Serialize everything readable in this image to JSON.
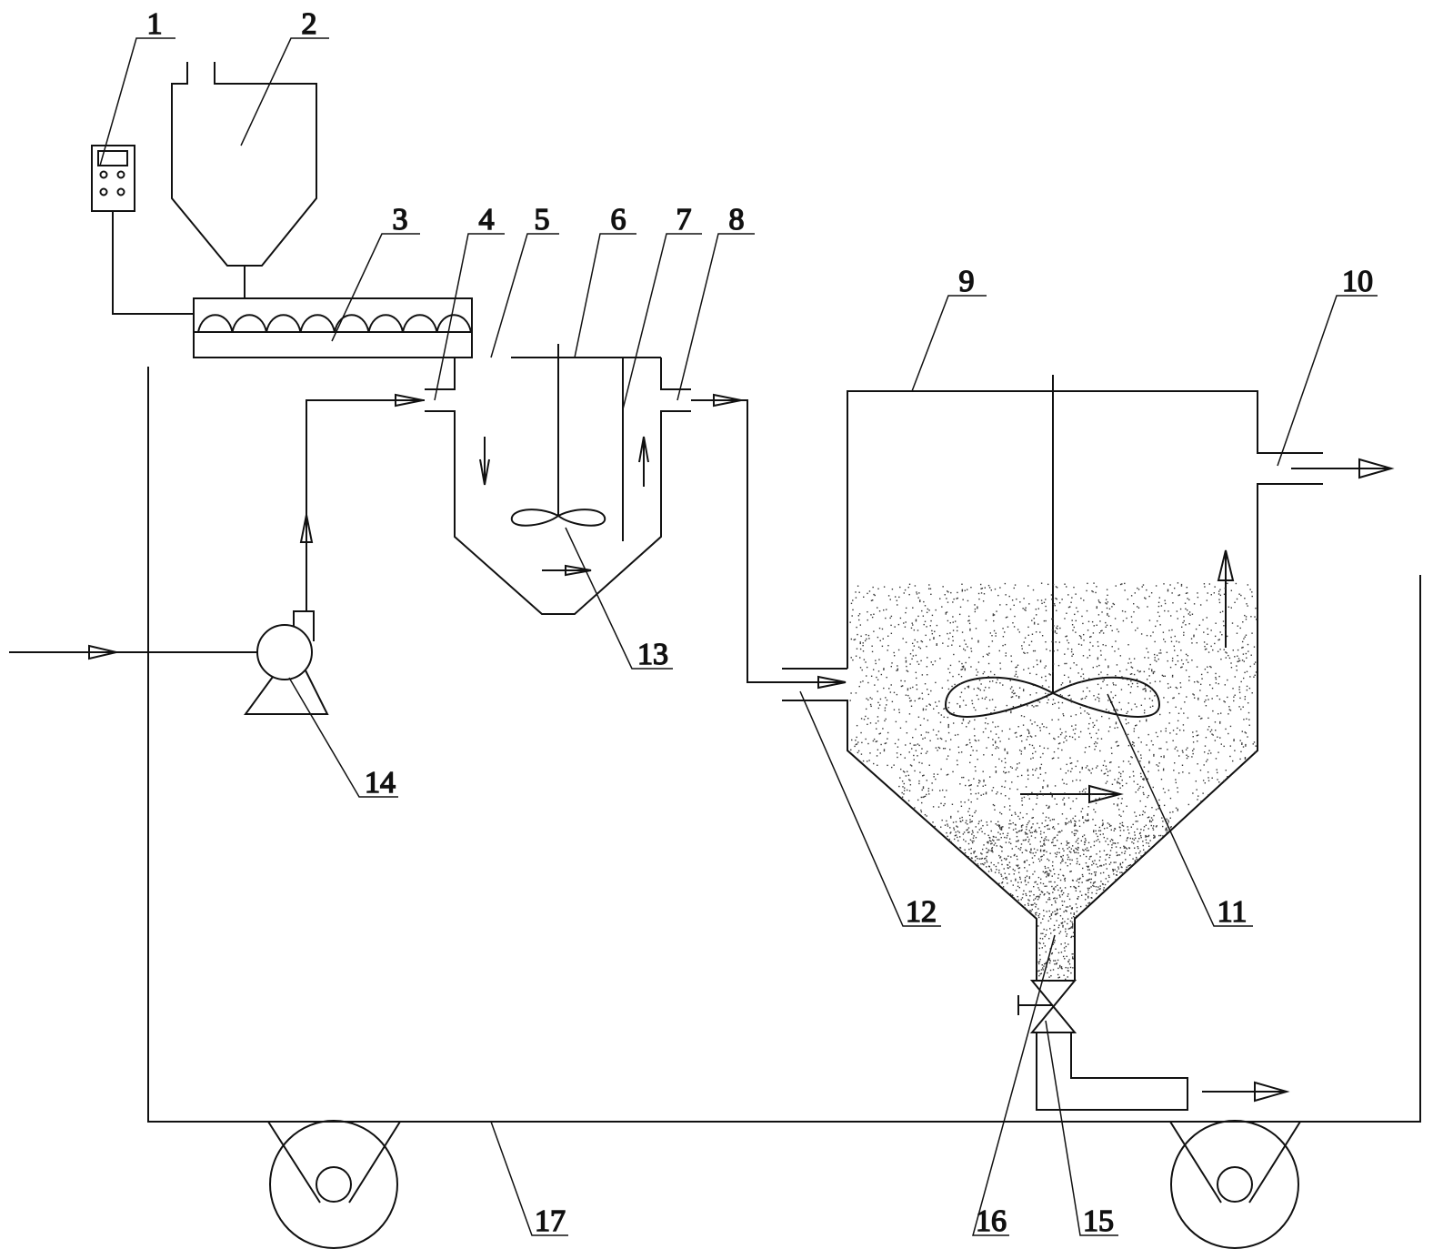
{
  "labels": {
    "l1": "1",
    "l2": "2",
    "l3": "3",
    "l4": "4",
    "l5": "5",
    "l6": "6",
    "l7": "7",
    "l8": "8",
    "l9": "9",
    "l10": "10",
    "l11": "11",
    "l12": "12",
    "l13": "13",
    "l14": "14",
    "l15": "15",
    "l16": "16",
    "l17": "17"
  },
  "colors": {
    "line": "#111111",
    "background": "#ffffff"
  }
}
